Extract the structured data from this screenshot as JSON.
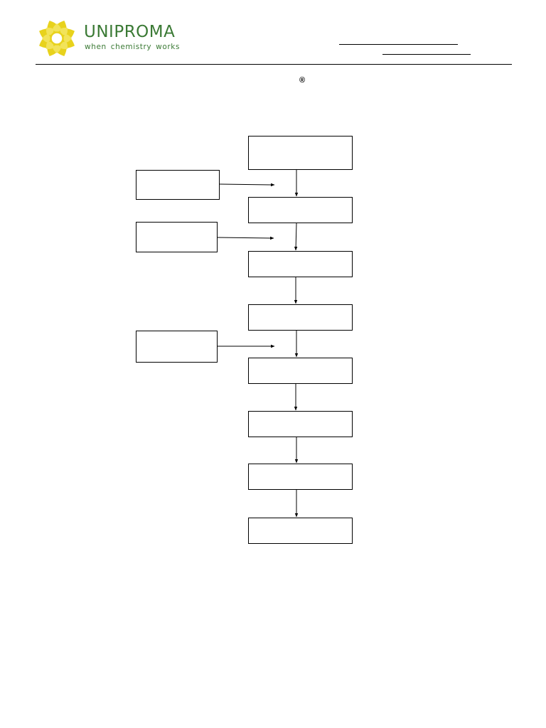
{
  "header": {
    "brand_name": "UNIPROMA",
    "tagline": "when chemistry works",
    "logo_icon": "yellow-star-flower-logo-icon",
    "brand_color": "#3b7a35",
    "logo_color": "#e8d21c"
  },
  "title": {
    "registered_mark": "®"
  },
  "flowchart": {
    "main_step_count": 8,
    "side_input_count": 3,
    "side_inputs_feed_before_steps": [
      2,
      3,
      5
    ]
  }
}
